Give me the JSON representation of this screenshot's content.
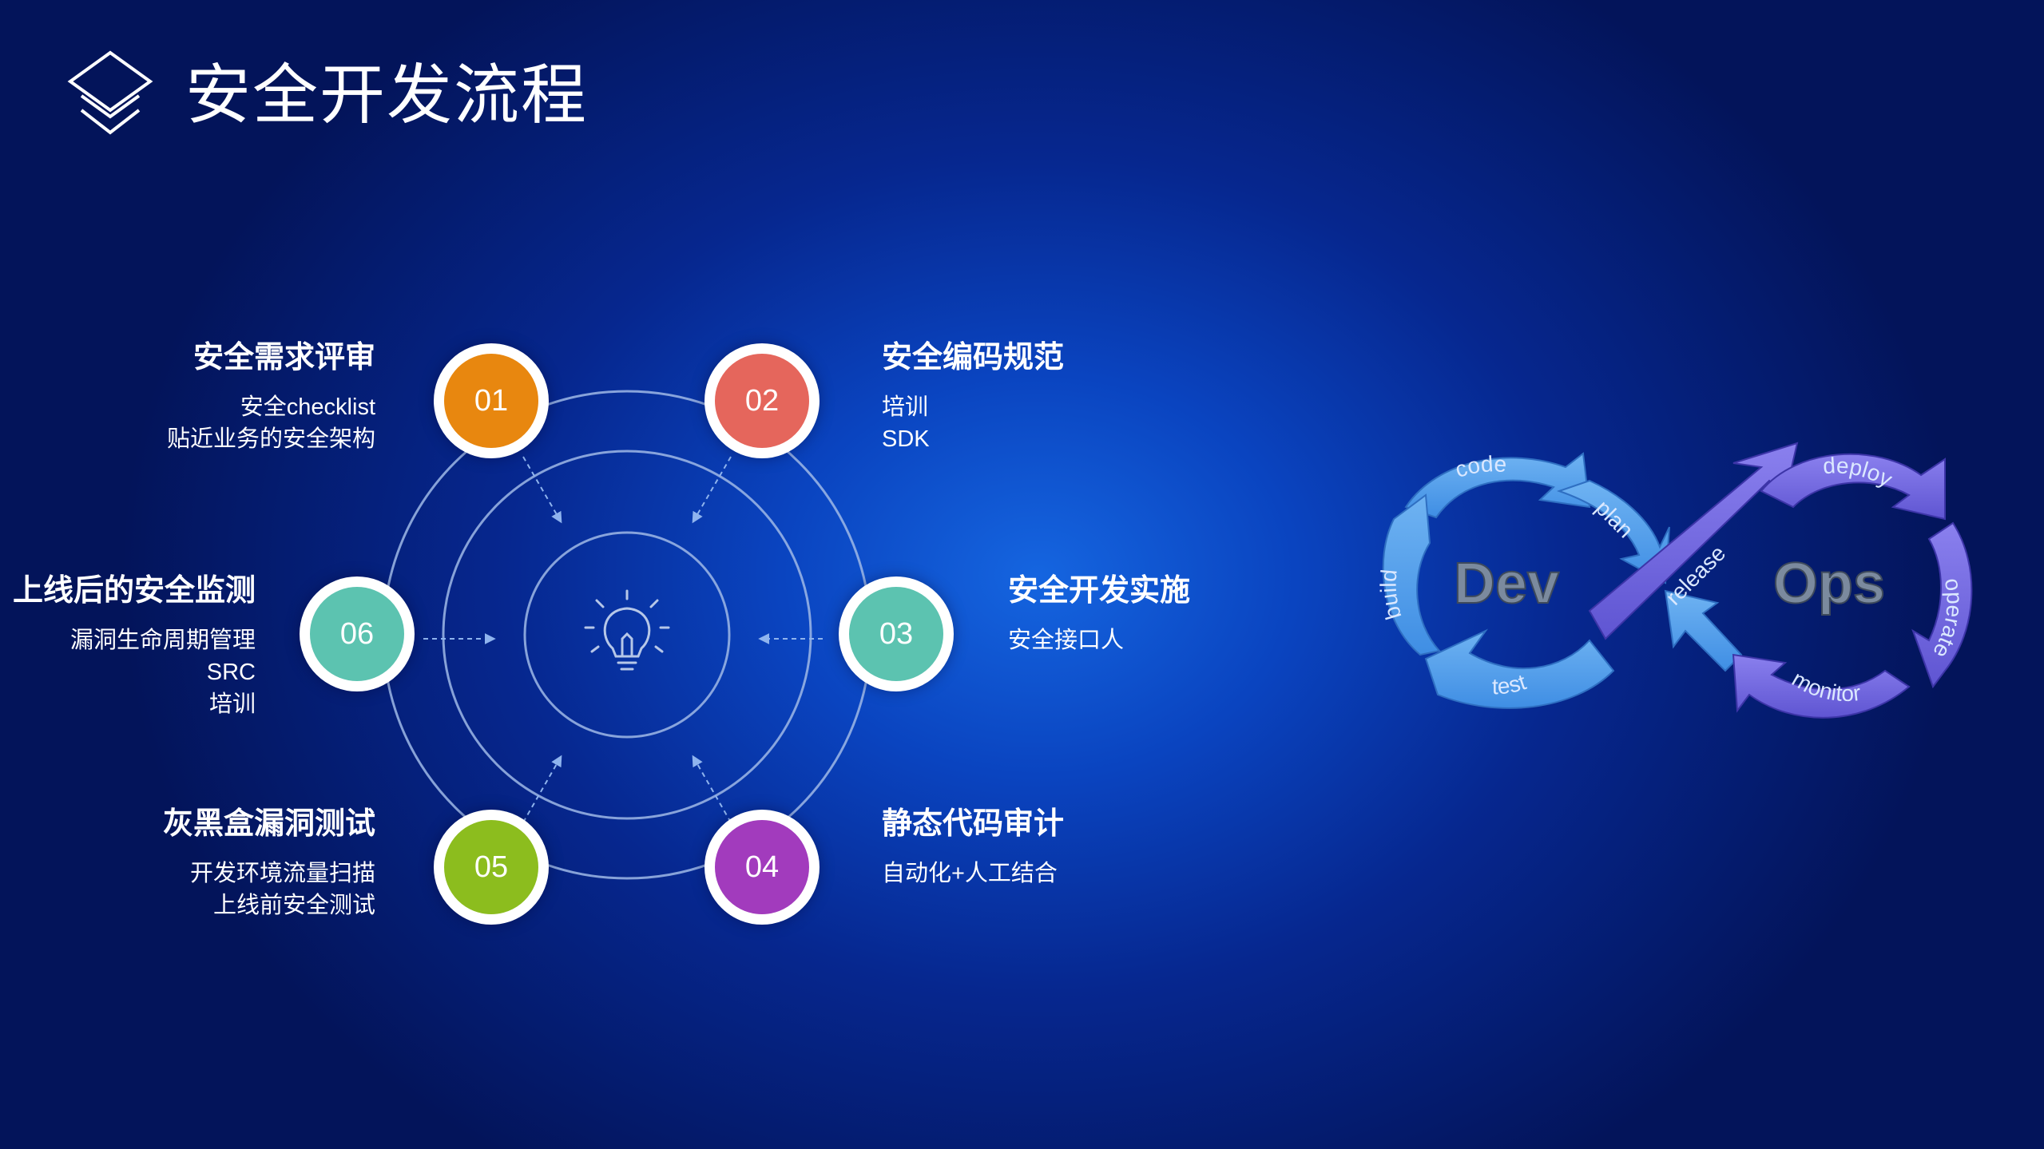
{
  "title": "安全开发流程",
  "colors": {
    "step01": "#e8870f",
    "step02": "#e5665c",
    "step03": "#5cc3b0",
    "step04": "#a23bbd",
    "step05": "#8cbd1e",
    "step06": "#5cc3b0",
    "background": "#0a44c0",
    "devops_blue": "#4a98ea",
    "devops_purple": "#6f63dd"
  },
  "steps": [
    {
      "num": "01",
      "title": "安全需求评审",
      "lines": [
        "安全checklist",
        "贴近业务的安全架构"
      ]
    },
    {
      "num": "02",
      "title": "安全编码规范",
      "lines": [
        "培训",
        "SDK"
      ]
    },
    {
      "num": "03",
      "title": "安全开发实施",
      "lines": [
        "安全接口人"
      ]
    },
    {
      "num": "04",
      "title": "静态代码审计",
      "lines": [
        "自动化+人工结合"
      ]
    },
    {
      "num": "05",
      "title": "灰黑盒漏洞测试",
      "lines": [
        "开发环境流量扫描",
        "上线前安全测试"
      ]
    },
    {
      "num": "06",
      "title": "上线后的安全监测",
      "lines": [
        "漏洞生命周期管理",
        "SRC",
        "培训"
      ]
    }
  ],
  "icons": {
    "logo": "layers-diamond-icon",
    "center": "lightbulb-icon"
  },
  "devops": {
    "dev": "Dev",
    "ops": "Ops",
    "labels": {
      "code": "code",
      "plan": "plan",
      "build": "build",
      "test": "test",
      "release": "release",
      "deploy": "deploy",
      "operate": "operate",
      "monitor": "monitor"
    }
  }
}
